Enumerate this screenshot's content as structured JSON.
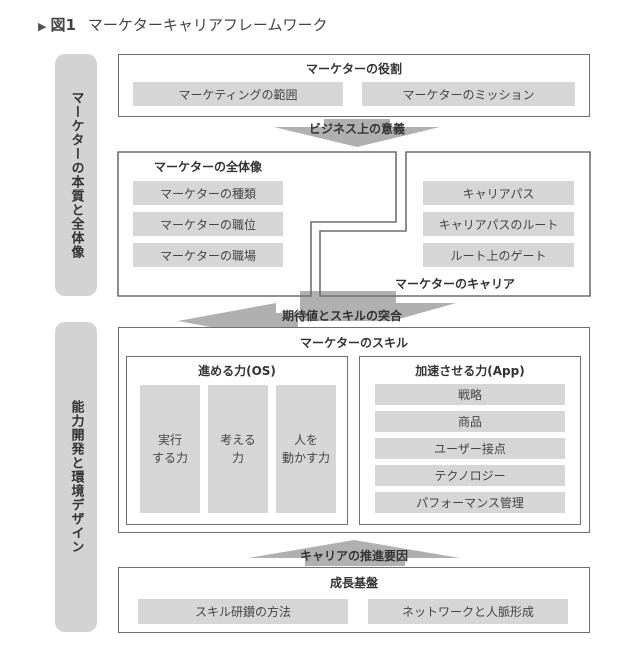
{
  "figure": {
    "marker": "▶",
    "number": "図1",
    "title": "マーケターキャリアフレームワーク"
  },
  "sidebars": {
    "top": "マーケターの本質と全体像",
    "bottom": "能力開発と環境デザイン"
  },
  "role": {
    "title": "マーケターの役割",
    "items": [
      "マーケティングの範囲",
      "マーケターのミッション"
    ]
  },
  "arrows": {
    "business": "ビジネス上の意義",
    "expectation": "期待値とスキルの突合",
    "career_driver": "キャリアの推進要因"
  },
  "overview": {
    "title": "マーケターの全体像",
    "items": [
      "マーケターの種類",
      "マーケターの職位",
      "マーケターの職場"
    ]
  },
  "career": {
    "title": "マーケターのキャリア",
    "items": [
      "キャリアパス",
      "キャリアパスのルート",
      "ルート上のゲート"
    ]
  },
  "skills": {
    "title": "マーケターのスキル",
    "os": {
      "title": "進める力(OS)",
      "items": [
        "実行\nする力",
        "考える\n力",
        "人を\n動かす力"
      ]
    },
    "app": {
      "title": "加速させる力(App)",
      "items": [
        "戦略",
        "商品",
        "ユーザー接点",
        "テクノロジー",
        "パフォーマンス管理"
      ]
    }
  },
  "foundation": {
    "title": "成長基盤",
    "items": [
      "スキル研鑽の方法",
      "ネットワークと人脈形成"
    ]
  },
  "colors": {
    "fill": "#d6d6d6",
    "border": "#6f6f6f",
    "arrow": "#b0b0b0"
  }
}
